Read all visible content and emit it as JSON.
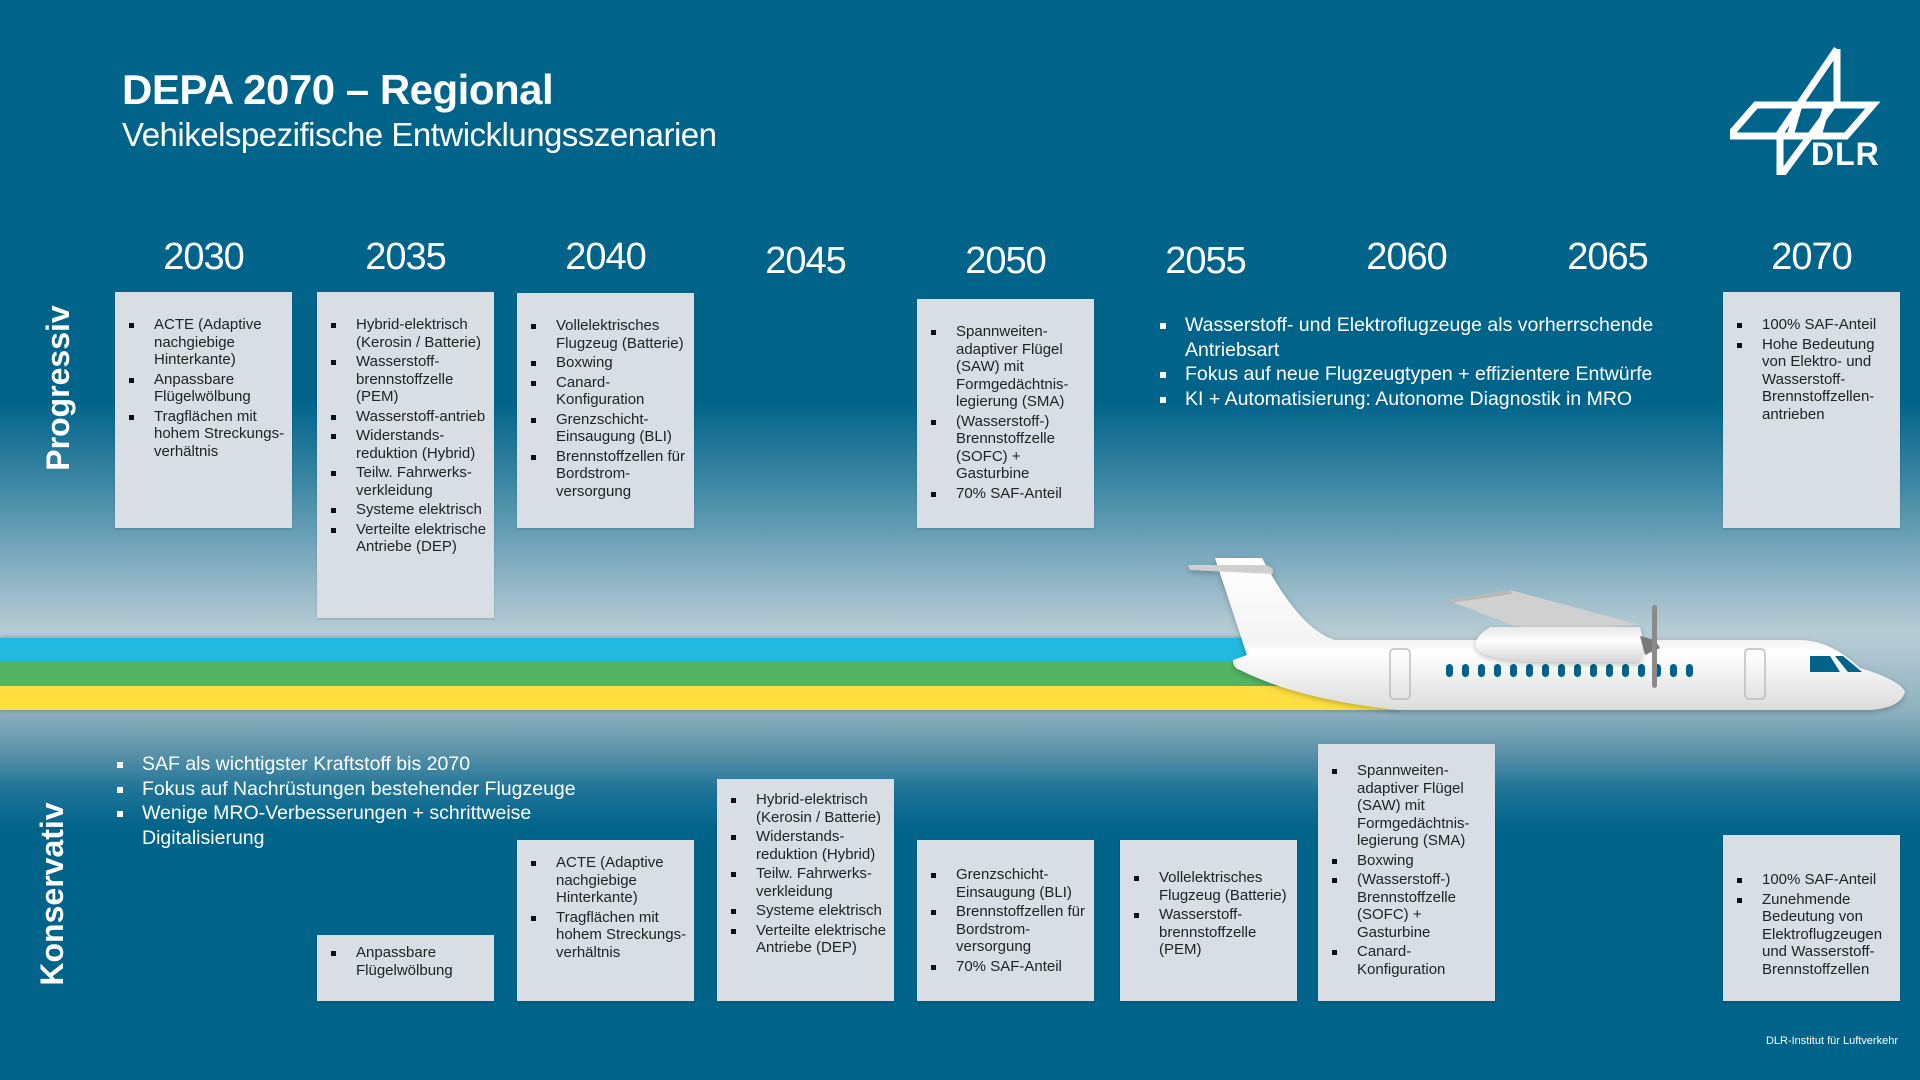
{
  "header": {
    "title": "DEPA 2070 – Regional",
    "subtitle": "Vehikelspezifische Entwicklungsszenarien",
    "logo_text": "DLR",
    "logo_icon": "dlr-logo-icon"
  },
  "timeline": {
    "years": [
      "2030",
      "2035",
      "2040",
      "2045",
      "2050",
      "2055",
      "2060",
      "2065",
      "2070"
    ]
  },
  "progressive": {
    "label": "Progressiv",
    "boxes": {
      "2030": [
        "ACTE (Adaptive nachgiebige Hinterkante)",
        "Anpassbare Flügelwölbung",
        "Tragflächen mit hohem Streckungs-verhältnis"
      ],
      "2035": [
        "Hybrid-elektrisch (Kerosin / Batterie)",
        "Wasserstoff-brennstoffzelle (PEM)",
        "Wasserstoff-antrieb",
        "Widerstands-reduktion (Hybrid)",
        "Teilw. Fahrwerks-verkleidung",
        "Systeme elektrisch",
        "Verteilte elektrische Antriebe (DEP)"
      ],
      "2040": [
        "Vollelektrisches Flugzeug (Batterie)",
        "Boxwing",
        "Canard-Konfiguration",
        "Grenzschicht-Einsaugung (BLI)",
        "Brennstoffzellen für Bordstrom-versorgung"
      ],
      "2050": [
        "Spannweiten-adaptiver Flügel (SAW) mit Formgedächtnis-legierung (SMA)",
        "(Wasserstoff-) Brennstoffzelle (SOFC) + Gasturbine",
        "70% SAF-Anteil"
      ],
      "2070": [
        "100% SAF-Anteil",
        "Hohe Bedeutung von Elektro- und Wasserstoff-Brennstoffzellen-antrieben"
      ]
    },
    "summary": [
      "Wasserstoff- und Elektroflugzeuge als vorherrschende Antriebsart",
      "Fokus auf neue Flugzeugtypen + effizientere Entwürfe",
      "KI + Automatisierung: Autonome Diagnostik in MRO"
    ]
  },
  "conservative": {
    "label": "Konservativ",
    "summary": [
      "SAF als wichtigster Kraftstoff bis 2070",
      "Fokus auf Nachrüstungen bestehender Flugzeuge",
      "Wenige MRO-Verbesserungen + schrittweise Digitalisierung"
    ],
    "boxes": {
      "2035": [
        "Anpassbare Flügelwölbung"
      ],
      "2040": [
        "ACTE (Adaptive nachgiebige Hinterkante)",
        "Tragflächen mit hohem Streckungs-verhältnis"
      ],
      "2045": [
        "Hybrid-elektrisch (Kerosin / Batterie)",
        "Widerstands-reduktion (Hybrid)",
        "Teilw. Fahrwerks-verkleidung",
        "Systeme elektrisch",
        "Verteilte elektrische Antriebe (DEP)"
      ],
      "2050": [
        "Grenzschicht-Einsaugung (BLI)",
        "Brennstoffzellen für Bordstrom-versorgung",
        "70% SAF-Anteil"
      ],
      "2055": [
        "Vollelektrisches Flugzeug (Batterie)",
        "Wasserstoff-brennstoffzelle (PEM)"
      ],
      "2060": [
        "Spannweiten-adaptiver Flügel (SAW) mit Formgedächtnis-legierung (SMA)",
        "Boxwing",
        "(Wasserstoff-) Brennstoffzelle (SOFC) + Gasturbine",
        "Canard-Konfiguration"
      ],
      "2070": [
        "100% SAF-Anteil",
        "Zunehmende Bedeutung von Elektroflugzeugen und Wasserstoff-Brennstoffzellen"
      ]
    }
  },
  "stripes": {
    "colors": [
      "#22b9e0",
      "#52b462",
      "#ffdf3f"
    ]
  },
  "illustration": {
    "icon": "turboprop-airplane-icon",
    "window_color": "#00638a"
  },
  "footer": {
    "credit": "DLR-Institut für Luftverkehr"
  },
  "colors": {
    "background": "#00638a",
    "box": "#d8dee3",
    "horizon": "#b6cbd4"
  }
}
